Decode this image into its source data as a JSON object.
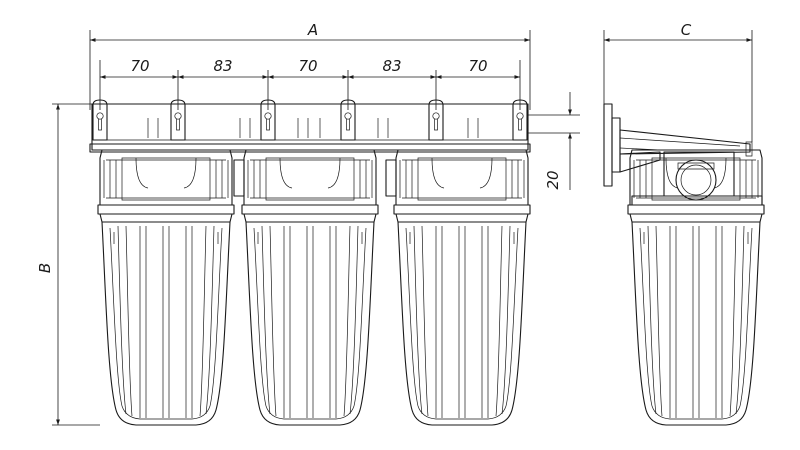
{
  "dimensions": {
    "overall_width_label": "A",
    "overall_height_label": "B",
    "depth_label": "C",
    "mount_offset_label": "20",
    "spacings": [
      "70",
      "83",
      "70",
      "83",
      "70"
    ]
  },
  "colors": {
    "line": "#1a1a1a",
    "background": "#ffffff"
  }
}
